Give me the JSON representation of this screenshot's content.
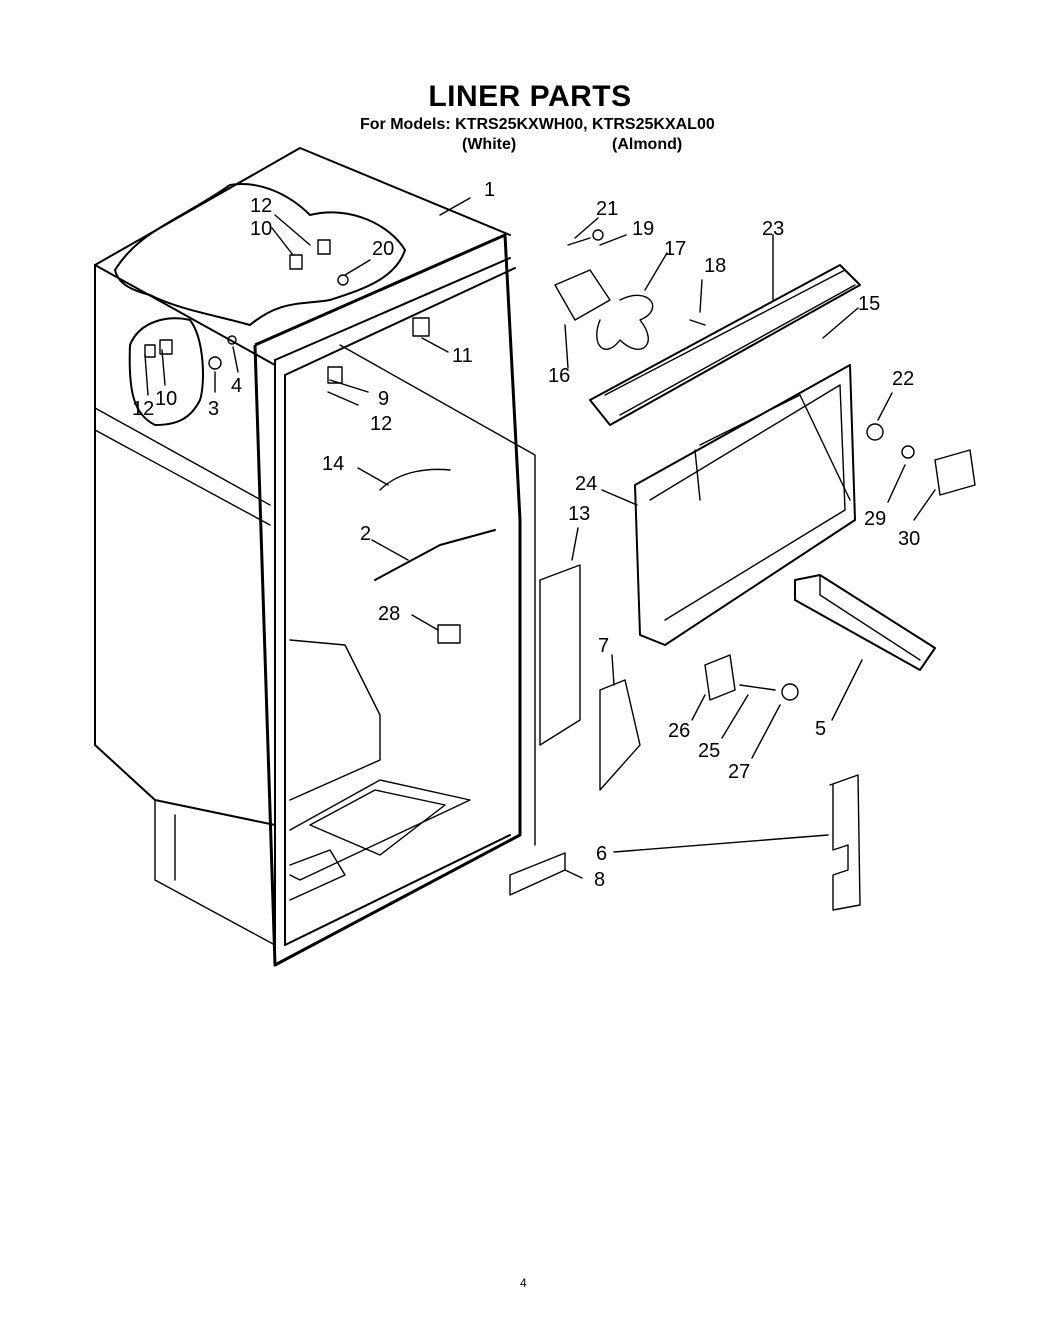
{
  "header": {
    "title": "LINER PARTS",
    "models": "For Models: KTRS25KXWH00, KTRS25KXAL00",
    "color_white": "(White)",
    "color_almond": "(Almond)"
  },
  "footer": {
    "page_mark": "4"
  },
  "callouts": [
    "1",
    "2",
    "3",
    "4",
    "5",
    "6",
    "7",
    "8",
    "9",
    "10",
    "10",
    "11",
    "12",
    "12",
    "12",
    "13",
    "14",
    "15",
    "16",
    "17",
    "18",
    "19",
    "20",
    "21",
    "22",
    "23",
    "24",
    "25",
    "26",
    "27",
    "28",
    "29",
    "30"
  ]
}
